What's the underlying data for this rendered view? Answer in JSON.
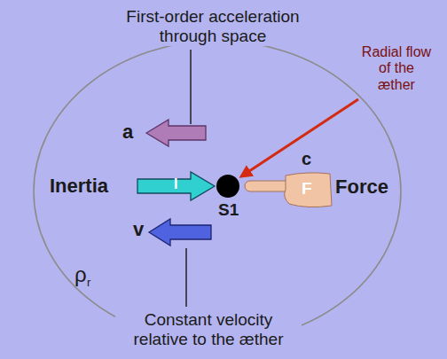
{
  "diagram": {
    "labels": [
      "First-order acceleration through space",
      "Radial flow of the æther",
      "a",
      "c",
      "Inertia",
      "I",
      "S1",
      "Force",
      "F",
      "v",
      "ρ",
      "r",
      "Constant velocity relative to the æther"
    ]
  }
}
